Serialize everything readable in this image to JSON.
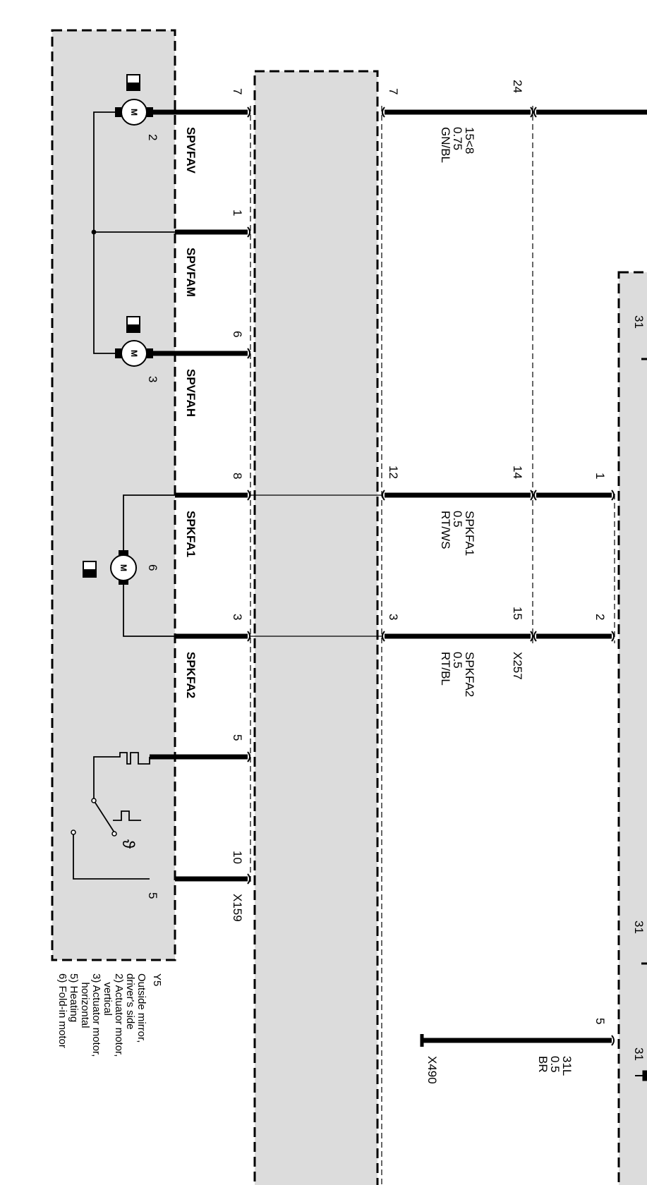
{
  "components": {
    "mirror": {
      "ref": "Y5",
      "legend": [
        "Outside mirror,",
        "driver's side",
        "2) Actuator motor,",
        "   vertical",
        "3) Actuator motor,",
        "   horizontal",
        "5) Heating",
        "6) Fold-in motor"
      ],
      "motor_symbol": "M",
      "motor_numbers": [
        "2",
        "3",
        "6"
      ],
      "heating_number": "5",
      "temp_symbol": "ϑ"
    },
    "right_module_pins": {
      "p31_top": "31",
      "p31_mid": "31",
      "p31_bot": "31"
    }
  },
  "connectors": {
    "x159": {
      "name": "X159",
      "pins": [
        "7",
        "1",
        "6",
        "8",
        "3",
        "5",
        "10"
      ]
    },
    "mid": {
      "pins": [
        "7",
        "12",
        "3"
      ]
    },
    "x257": {
      "name": "X257",
      "pins": [
        "24",
        "14",
        "15"
      ]
    },
    "right": {
      "pins": [
        "1",
        "2",
        "5"
      ]
    },
    "x490": {
      "name": "X490"
    }
  },
  "signals": {
    "spvfav": "SPVFAV",
    "spvfam": "SPVFAM",
    "spvfah": "SPVFAH",
    "spkfa1": "SPKFA1",
    "spkfa2": "SPKFA2"
  },
  "wires": {
    "w1": {
      "line1": "15<8",
      "line2": "0.75",
      "line3": "GN/BL"
    },
    "w2": {
      "line1": "SPKFA1",
      "line2": "0.5",
      "line3": "RT/WS"
    },
    "w3": {
      "line1": "SPKFA2",
      "line2": "0.5",
      "line3": "RT/BL"
    },
    "w4": {
      "line1": "31L",
      "line2": "0.5",
      "line3": "BR"
    }
  },
  "colors": {
    "line": "#000000",
    "module_fill": "#dcdcdc"
  }
}
